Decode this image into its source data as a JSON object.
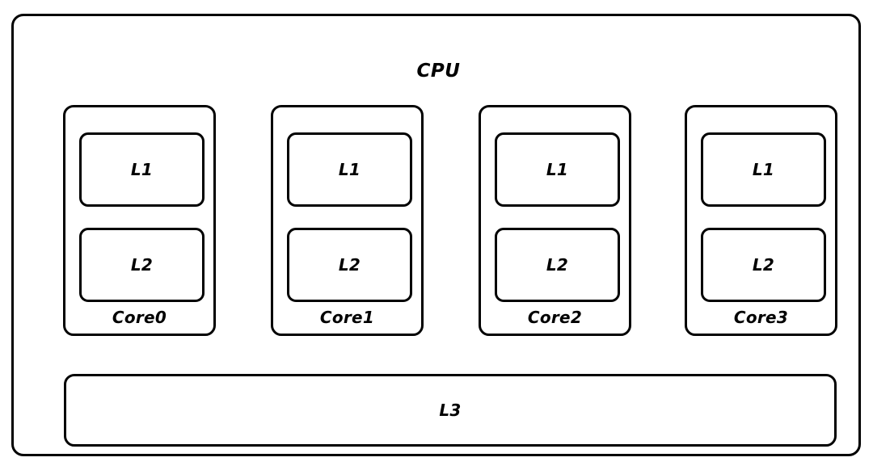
{
  "diagram": {
    "title": "CPU",
    "stroke_color": "#000000",
    "background_color": "#ffffff",
    "cores": [
      {
        "label": "Core0",
        "caches": [
          {
            "label": "L1"
          },
          {
            "label": "L2"
          }
        ]
      },
      {
        "label": "Core1",
        "caches": [
          {
            "label": "L1"
          },
          {
            "label": "L2"
          }
        ]
      },
      {
        "label": "Core2",
        "caches": [
          {
            "label": "L1"
          },
          {
            "label": "L2"
          }
        ]
      },
      {
        "label": "Core3",
        "caches": [
          {
            "label": "L1"
          },
          {
            "label": "L2"
          }
        ]
      }
    ],
    "shared_cache": {
      "label": "L3"
    }
  }
}
